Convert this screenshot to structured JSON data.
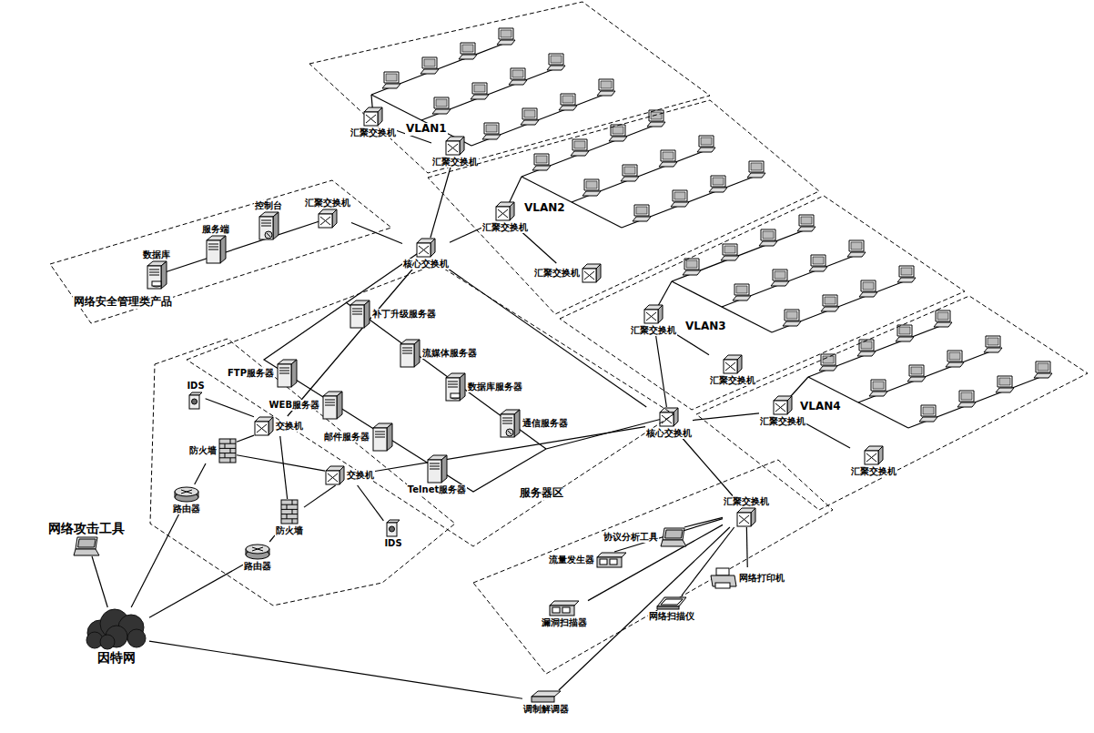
{
  "diagram": {
    "nodes": [
      {
        "text": [
          "网络攻击工具"
        ]
      },
      {
        "text": [
          "因特网"
        ]
      },
      {
        "text": [
          "调制解调器"
        ]
      },
      {
        "text": [
          "网络安全管理类产品"
        ]
      },
      {
        "text": [
          "数据库"
        ],
        "in": 3
      },
      {
        "text": [
          "服务端"
        ],
        "in": 3
      },
      {
        "text": [
          "控制台"
        ],
        "in": 3
      },
      {
        "text": [
          "汇聚交换机"
        ],
        "in": 3
      },
      {
        "text": [
          "VLAN1"
        ]
      },
      {
        "text": [
          "汇聚交换机"
        ],
        "in": 8
      },
      {
        "text": [
          "汇聚交换机"
        ],
        "in": 8
      },
      {
        "text": [
          "VLAN2"
        ]
      },
      {
        "text": [
          "汇聚交换机"
        ],
        "in": 11
      },
      {
        "text": [
          "汇聚交换机"
        ],
        "in": 11
      },
      {
        "text": [
          "VLAN3"
        ]
      },
      {
        "text": [
          "汇聚交换机"
        ],
        "in": 14
      },
      {
        "text": [
          "汇聚交换机"
        ],
        "in": 14
      },
      {
        "text": [
          "VLAN4"
        ]
      },
      {
        "text": [
          "汇聚交换机"
        ],
        "in": 17
      },
      {
        "text": [
          "汇聚交换机"
        ],
        "in": 17
      },
      {
        "text": [
          "核心交换机"
        ]
      },
      {
        "text": [
          "核心交换机"
        ]
      },
      {
        "text": [
          "服务器区"
        ]
      },
      {
        "text": [
          "补丁升级服务器"
        ],
        "in": 22
      },
      {
        "text": [
          "流媒体服务器"
        ],
        "in": 22
      },
      {
        "text": [
          "数据库服务器"
        ],
        "in": 22
      },
      {
        "text": [
          "通信服务器"
        ],
        "in": 22
      },
      {
        "text": [
          "FTP服务器"
        ],
        "in": 22
      },
      {
        "text": [
          "WEB服务器"
        ],
        "in": 22
      },
      {
        "text": [
          "邮件服务器"
        ],
        "in": 22
      },
      {
        "text": [
          "Telnet服务器"
        ],
        "in": 22
      },
      {
        "text": [
          "IDS"
        ]
      },
      {
        "text": [
          "交换机"
        ]
      },
      {
        "text": [
          "防火墙"
        ]
      },
      {
        "text": [
          "路由器"
        ]
      },
      {
        "text": [
          "防火墙"
        ]
      },
      {
        "text": [
          "交换机"
        ]
      },
      {
        "text": [
          "路由器"
        ]
      },
      {
        "text": [
          "IDS"
        ]
      },
      {
        "text": [
          "汇聚交换机"
        ]
      },
      {
        "text": [
          "协议分析工具"
        ]
      },
      {
        "text": [
          "流量发生器"
        ]
      },
      {
        "text": [
          "网络打印机"
        ]
      },
      {
        "text": [
          "网络扫描仪"
        ]
      },
      {
        "text": [
          "漏洞扫描器"
        ]
      }
    ],
    "edges": [
      {
        "from": 0,
        "to": 1,
        "arrow": "none"
      },
      {
        "from": 1,
        "to": 34,
        "arrow": "none"
      },
      {
        "from": 1,
        "to": 37,
        "arrow": "none"
      },
      {
        "from": 1,
        "to": 2,
        "arrow": "none"
      },
      {
        "from": 2,
        "to": 39,
        "arrow": "none"
      },
      {
        "from": 34,
        "to": 33,
        "arrow": "none"
      },
      {
        "from": 33,
        "to": 32,
        "arrow": "none"
      },
      {
        "from": 32,
        "to": 31,
        "arrow": "none"
      },
      {
        "from": 37,
        "to": 35,
        "arrow": "none"
      },
      {
        "from": 35,
        "to": 36,
        "arrow": "none"
      },
      {
        "from": 36,
        "to": 38,
        "arrow": "none"
      },
      {
        "from": 33,
        "to": 36,
        "arrow": "none"
      },
      {
        "from": 35,
        "to": 32,
        "arrow": "none"
      },
      {
        "from": 32,
        "to": 20,
        "arrow": "none"
      },
      {
        "from": 36,
        "to": 21,
        "arrow": "none"
      },
      {
        "from": 20,
        "to": 21,
        "arrow": "none"
      },
      {
        "from": 20,
        "to": 7,
        "arrow": "none"
      },
      {
        "from": 20,
        "to": 10,
        "arrow": "none"
      },
      {
        "from": 10,
        "to": 9,
        "arrow": "none"
      },
      {
        "from": 20,
        "to": 12,
        "arrow": "none"
      },
      {
        "from": 12,
        "to": 13,
        "arrow": "none"
      },
      {
        "from": 21,
        "to": 15,
        "arrow": "none"
      },
      {
        "from": 15,
        "to": 16,
        "arrow": "none"
      },
      {
        "from": 21,
        "to": 18,
        "arrow": "none"
      },
      {
        "from": 18,
        "to": 19,
        "arrow": "none"
      },
      {
        "from": 21,
        "to": 39,
        "arrow": "none"
      },
      {
        "from": 39,
        "to": 40,
        "arrow": "none"
      },
      {
        "from": 39,
        "to": 41,
        "arrow": "none"
      },
      {
        "from": 39,
        "to": 42,
        "arrow": "none"
      },
      {
        "from": 39,
        "to": 43,
        "arrow": "none"
      },
      {
        "from": 39,
        "to": 44,
        "arrow": "none"
      }
    ]
  }
}
